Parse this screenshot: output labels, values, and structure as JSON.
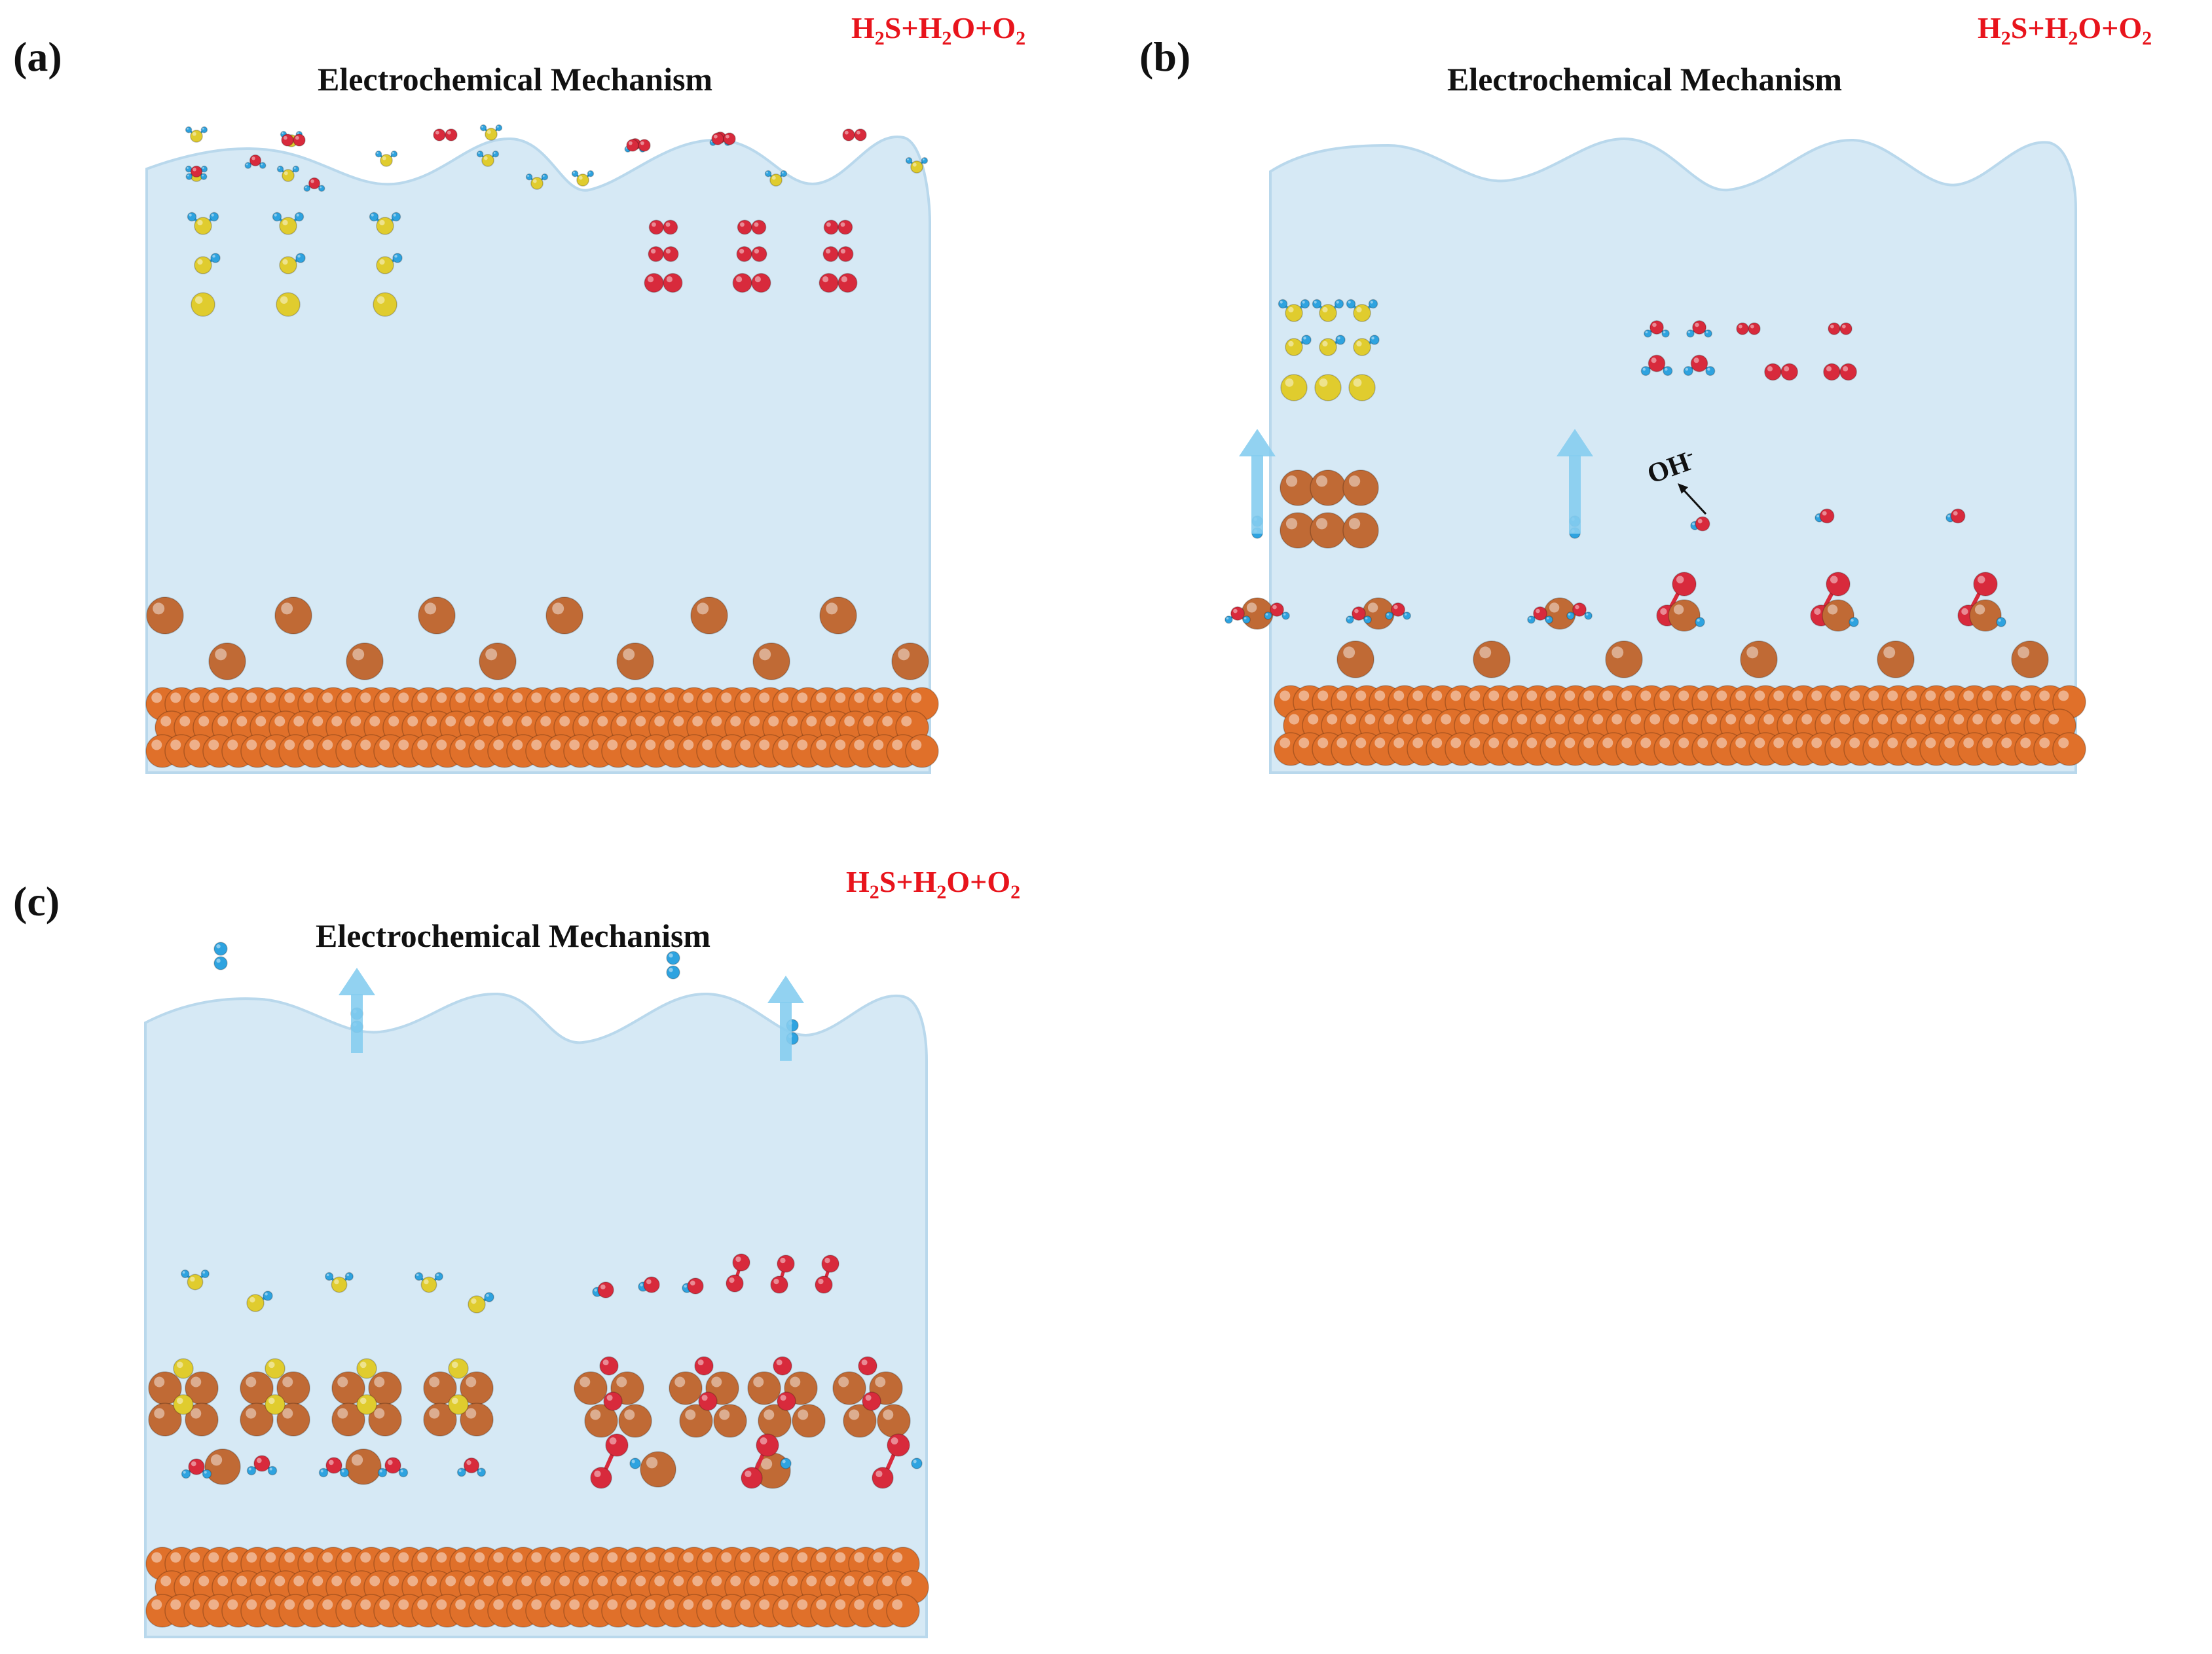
{
  "figure": {
    "panels": [
      {
        "id": "a",
        "label": "(a)",
        "title": "Electrochemical Mechanism",
        "formula": {
          "p1": "H",
          "s1": "2",
          "p2": "S+H",
          "s2": "2",
          "p3": "O+O",
          "s3": "2"
        }
      },
      {
        "id": "b",
        "label": "(b)",
        "title": "Electrochemical Mechanism",
        "formula": {
          "p1": "H",
          "s1": "2",
          "p2": "S+H",
          "s2": "2",
          "p3": "O+O",
          "s3": "2"
        },
        "ion_label": {
          "base": "OH",
          "sup": "-"
        }
      },
      {
        "id": "c",
        "label": "(c)",
        "title": "Electrochemical Mechanism",
        "formula": {
          "p1": "H",
          "s1": "2",
          "p2": "S+H",
          "s2": "2",
          "p3": "O+O",
          "s3": "2"
        }
      }
    ]
  },
  "colors": {
    "electrolyte": "#d6e9f5",
    "electrolyte_edge": "#b9d8ec",
    "substrate_atom": "#e0702a",
    "copper_ion": "#c06a35",
    "sulfur": "#e0cc2e",
    "hydrogen": "#2ea3e0",
    "oxygen": "#d82a3c",
    "arrow": "#86cdf0",
    "formula": "#e8141c"
  }
}
